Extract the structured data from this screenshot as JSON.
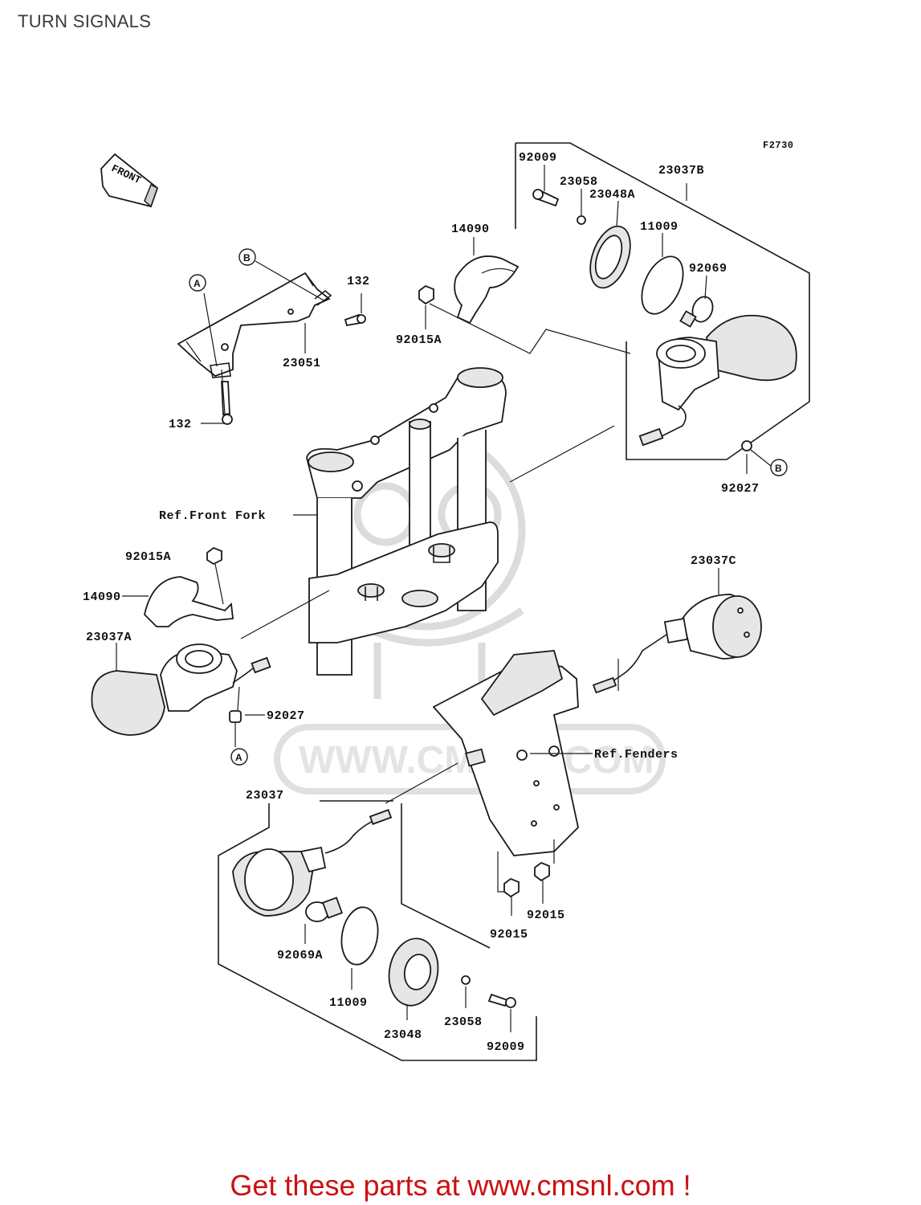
{
  "header": {
    "title": "TURN SIGNALS"
  },
  "diagram": {
    "figure_code": "F2730",
    "front_arrow_label": "FRONT",
    "callout_a": "A",
    "callout_b": "B",
    "watermark_text": "WWW.CMSNL.COM",
    "refs": {
      "front_fork": "Ref.Front Fork",
      "fenders": "Ref.Fenders"
    },
    "labels": {
      "p92009_top": "92009",
      "p23058_top": "23058",
      "p23048A": "23048A",
      "p23037B": "23037B",
      "p11009_top": "11009",
      "p92069": "92069",
      "p14090_top": "14090",
      "p92015A_top": "92015A",
      "p132_top": "132",
      "p23051": "23051",
      "p132_bottom": "132",
      "p92027_right": "92027",
      "p92015A_left": "92015A",
      "p14090_left": "14090",
      "p23037A": "23037A",
      "p92027_left": "92027",
      "p23037C": "23037C",
      "p23037": "23037",
      "p92069A": "92069A",
      "p11009_bottom": "11009",
      "p23048": "23048",
      "p23058_bottom": "23058",
      "p92009_bottom": "92009",
      "p92015_a": "92015",
      "p92015_b": "92015"
    }
  },
  "footer": {
    "text": "Get these parts at www.cmsnl.com !"
  },
  "colors": {
    "footer": "#cc1111",
    "lines": "#1a1a1a",
    "watermark": "#dcdcdc"
  }
}
